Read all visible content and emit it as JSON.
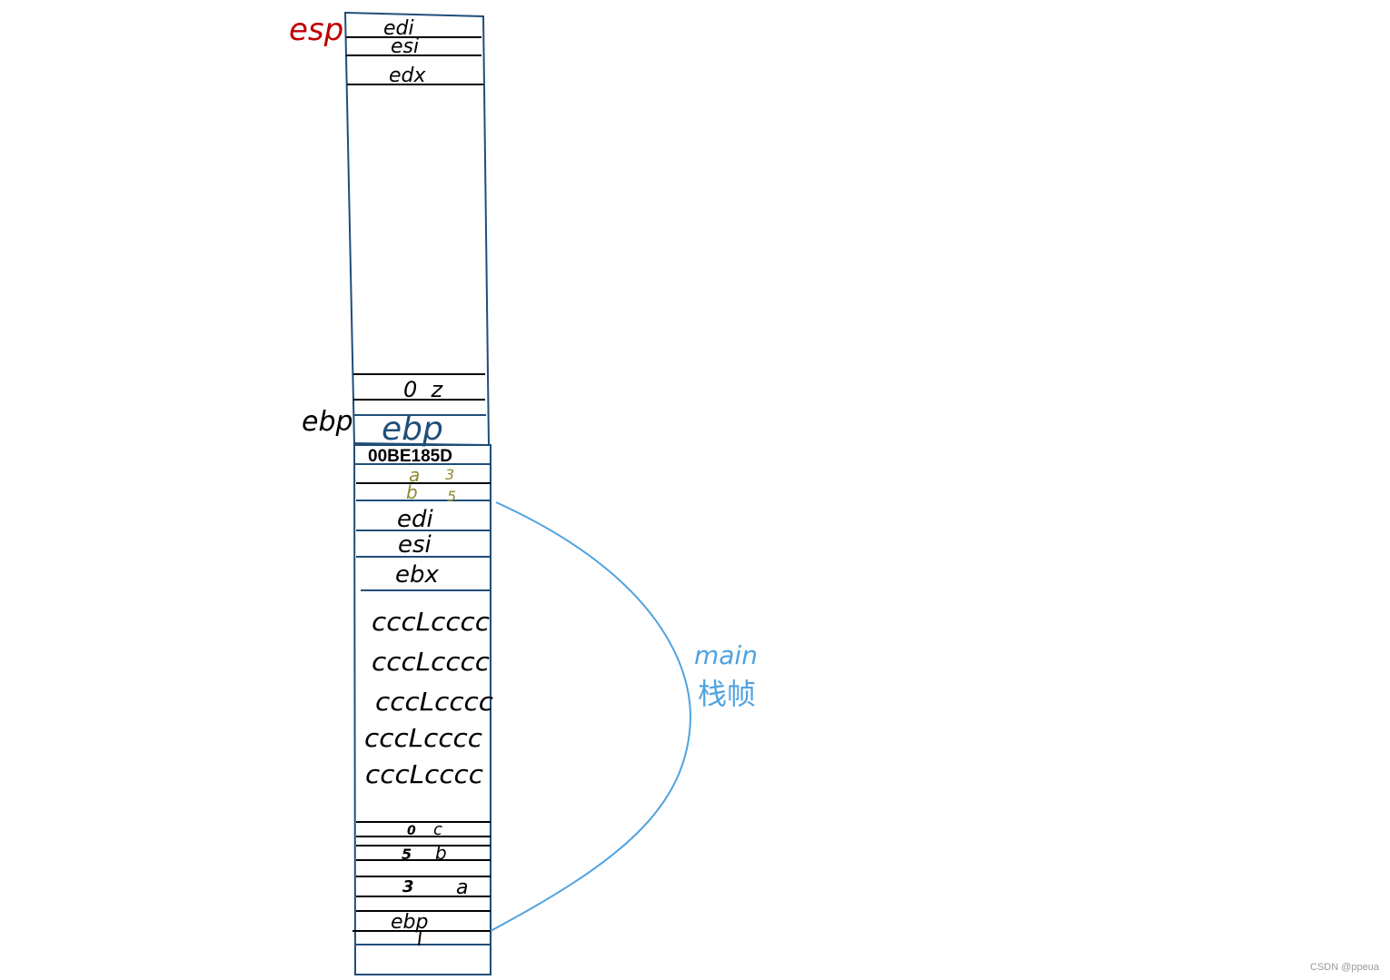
{
  "pointers": {
    "esp": "esp",
    "ebp": "ebp"
  },
  "callee_frame": {
    "saved_regs": [
      "edi",
      "esi",
      "edx"
    ],
    "locals": "0  z"
  },
  "boundary": {
    "saved_ebp": "ebp",
    "return_address": "00BE185D",
    "param_a": "a",
    "param_a_val": "3",
    "param_b": "b",
    "param_b_val": "5"
  },
  "main_frame": {
    "saved_regs": [
      "edi",
      "esi",
      "ebx"
    ],
    "fill_lines": [
      "cccLcccc",
      "cccLcccc",
      "cccLcccc",
      "cccLcccc",
      "cccLcccc"
    ],
    "locals": [
      {
        "value": "0",
        "name": "c"
      },
      {
        "value": "5",
        "name": "b"
      },
      {
        "value": "3",
        "name": "a"
      }
    ],
    "saved_ebp": "ebp"
  },
  "brace_label": {
    "line1": "main",
    "line2": "栈帧"
  },
  "watermark": "CSDN @ppeua",
  "colors": {
    "stack_outline": "#1f4e79",
    "esp_label": "#c00000",
    "ebp_highlight": "#1f4e79",
    "params": "#8b8b2e",
    "brace": "#4fa3e0",
    "ink": "#000000"
  }
}
